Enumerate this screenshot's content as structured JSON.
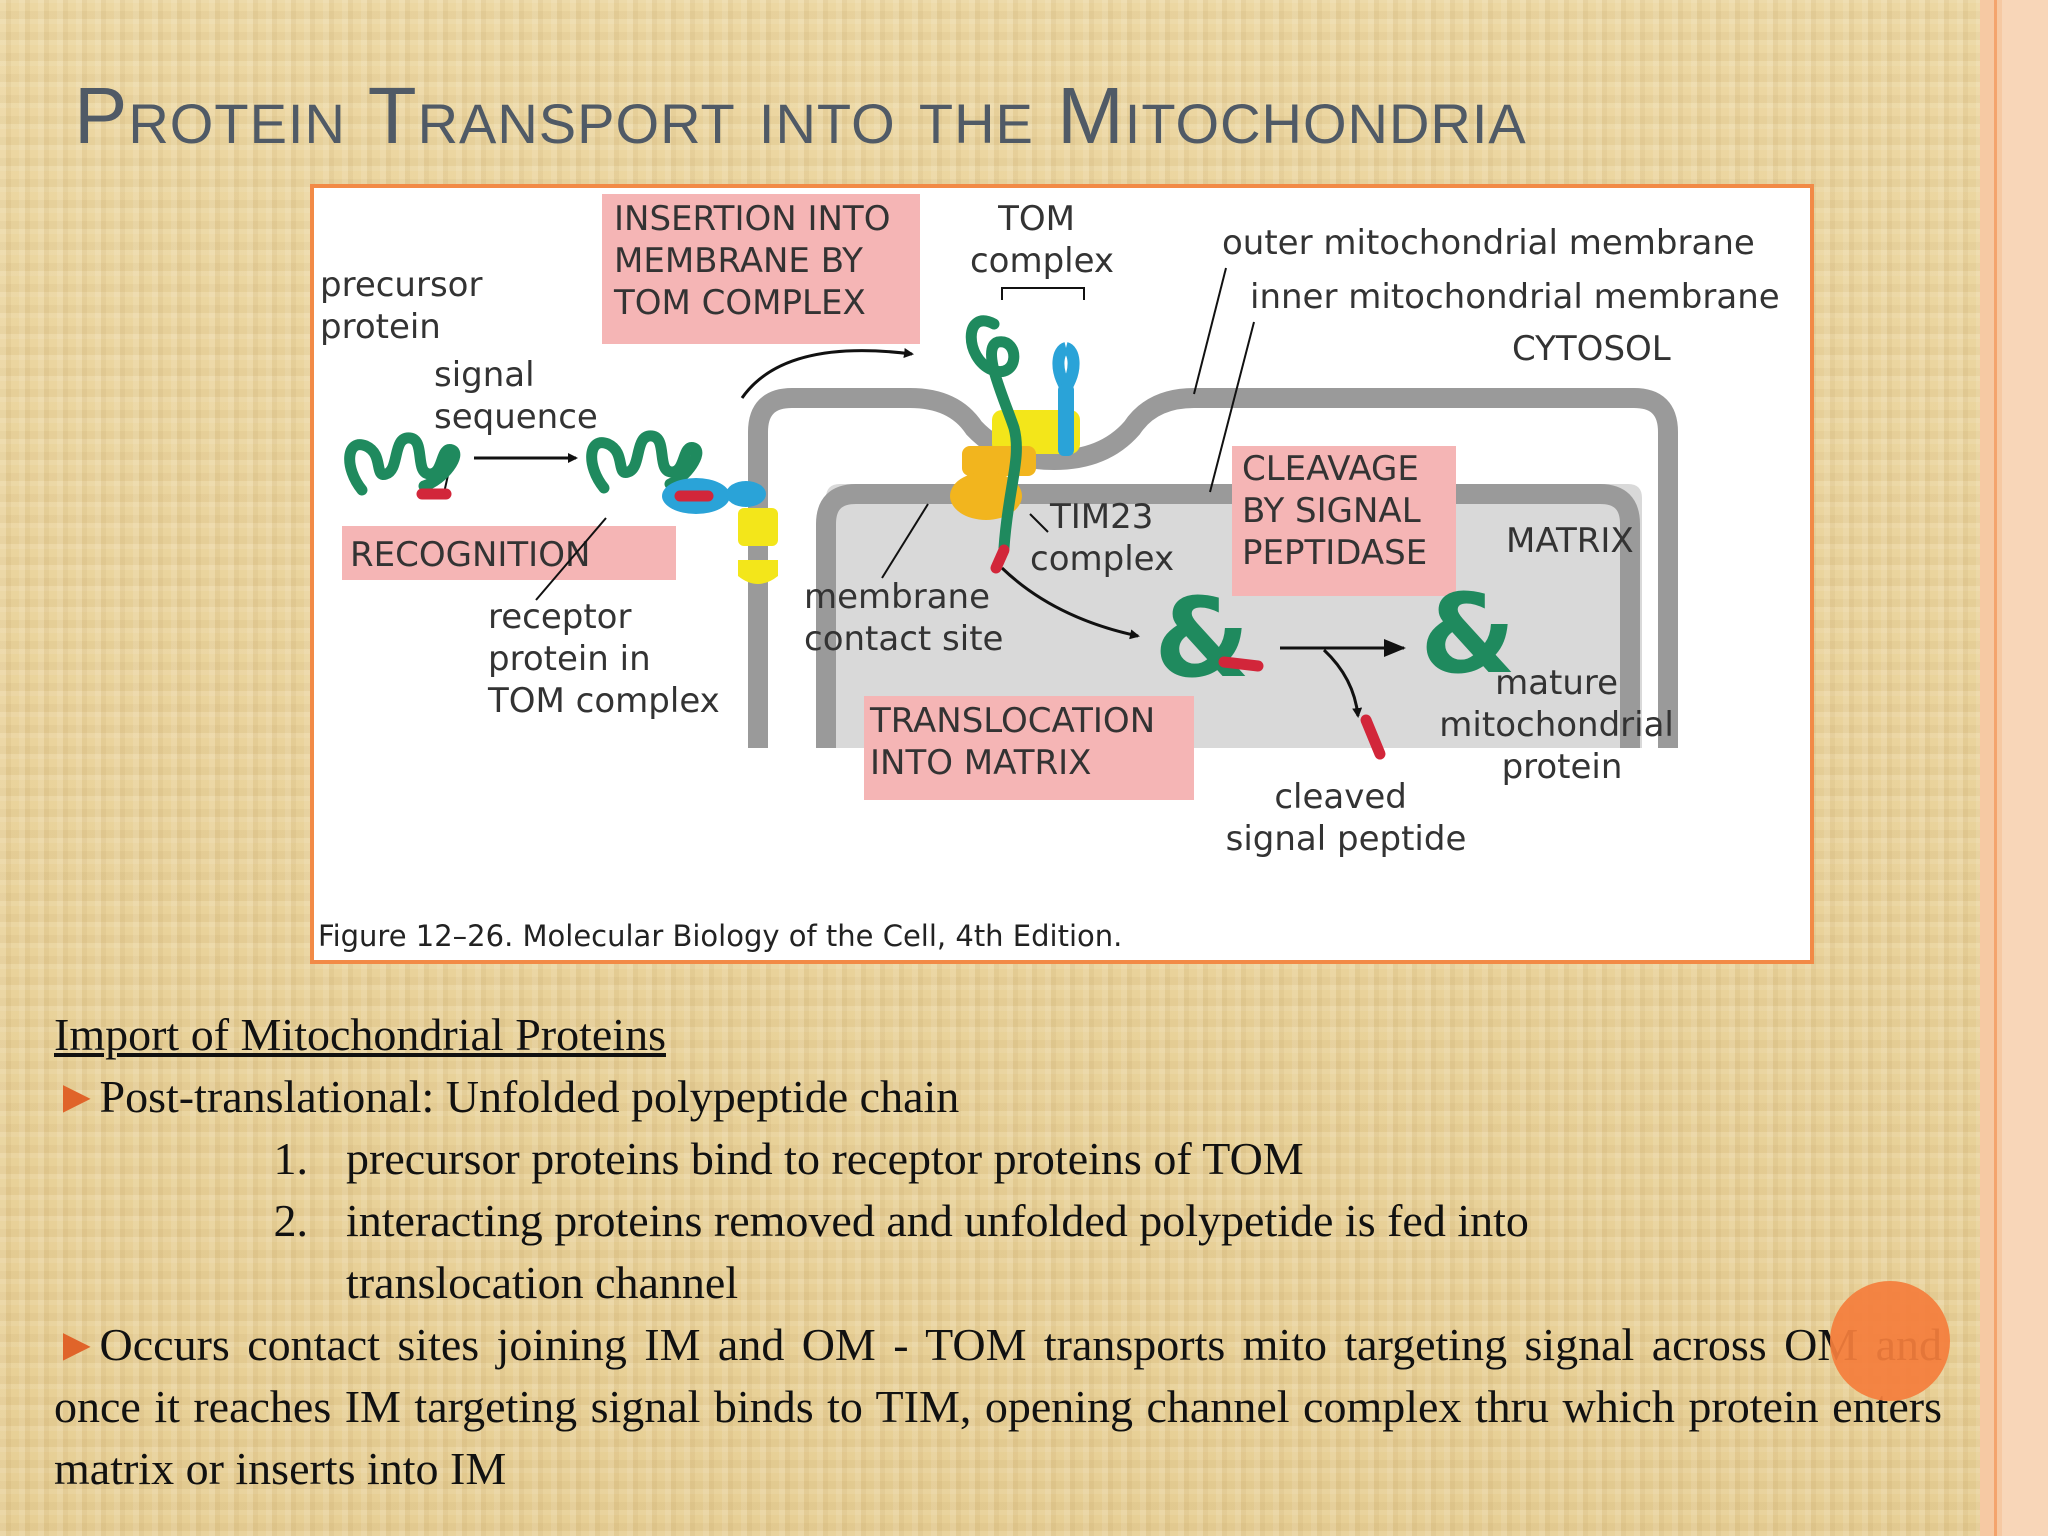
{
  "slide": {
    "title": "Protein Transport into the Mitochondria"
  },
  "figure": {
    "labels": {
      "precursor_protein": [
        "precursor",
        "protein"
      ],
      "signal_sequence": [
        "signal",
        "sequence"
      ],
      "receptor_protein": [
        "receptor",
        "protein in",
        "TOM complex"
      ],
      "tom_complex": [
        "TOM",
        "complex"
      ],
      "outer_membrane": "outer mitochondrial membrane",
      "inner_membrane": "inner mitochondrial membrane",
      "cytosol": "CYTOSOL",
      "matrix": "MATRIX",
      "tim23_complex": [
        "TIM23",
        "complex"
      ],
      "membrane_contact_site": [
        "membrane",
        "contact site"
      ],
      "mature_protein": [
        "mature",
        "mitochondrial",
        "protein"
      ],
      "cleaved_signal_peptide": [
        "cleaved",
        "signal peptide"
      ]
    },
    "step_boxes": {
      "recognition": "RECOGNITION",
      "insertion": [
        "INSERTION INTO",
        "MEMBRANE BY",
        "TOM COMPLEX"
      ],
      "cleavage": [
        "CLEAVAGE",
        "BY SIGNAL",
        "PEPTIDASE"
      ],
      "translocation": [
        "TRANSLOCATION",
        "INTO MATRIX"
      ]
    },
    "caption": "Figure 12–26. Molecular Biology of the Cell, 4th Edition.",
    "colors": {
      "membrane": "#9a9a9a",
      "matrix": "#d9d9d9",
      "protein_chain": "#1f8a5e",
      "signal_sequence": "#d2263a",
      "receptor": "#2aa3d8",
      "tom_complex": "#f3e61a",
      "tim23_complex": "#f2b51e",
      "label_box": "#f5b5b5",
      "frame": "#f28a46"
    }
  },
  "notes": {
    "heading": "Import of Mitochondrial Proteins",
    "bullet_1": "Post-translational: Unfolded polypeptide chain",
    "numbered": [
      {
        "num": "1.",
        "text": "precursor proteins bind to receptor proteins of TOM"
      },
      {
        "num": "2.",
        "text": "interacting proteins removed and unfolded polypetide is fed into translocation channel"
      }
    ],
    "bullet_2": "Occurs contact sites joining IM and OM - TOM transports mito targeting signal across OM and once it reaches IM targeting signal binds to TIM, opening channel complex thru which protein enters matrix or inserts into IM",
    "bullet_marker": "►"
  },
  "theme": {
    "title_color": "#505a66",
    "accent": "#f47e3c",
    "background": "#e9d29a"
  }
}
